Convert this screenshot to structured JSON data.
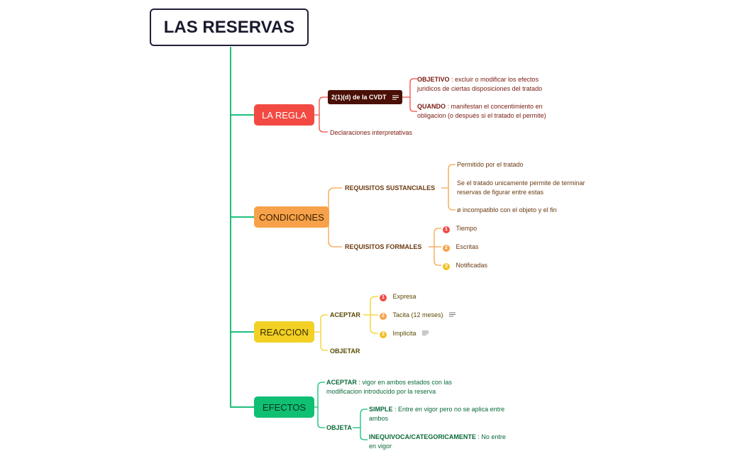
{
  "root": {
    "title": "LAS RESERVAS"
  },
  "colors": {
    "trunk": "#1fbf7a",
    "regla": "#f24a43",
    "regla_text": "#7a1a10",
    "condiciones": "#f7a24a",
    "condiciones_text": "#6b3a10",
    "reaccion": "#f2d024",
    "reaccion_text": "#5a4a00",
    "efectos": "#0fbf72",
    "efectos_text": "#0a6a3a",
    "num1": "#f24a43",
    "num2": "#f7a24a",
    "num3": "#f2c024"
  },
  "regla": {
    "label": "LA REGLA",
    "article": {
      "label": "2(1)(d) de la CVDT",
      "icon": "notes-icon"
    },
    "objetivo": {
      "key": "OBJETIVO",
      "text": " : excluir o modificar los efectos",
      "text2": "juridicos de ciertas disposiciones del tratado"
    },
    "quando": {
      "key": "QUANDO",
      "text": " : manifestan el concentimiento en",
      "text2": "obligacion (o después si el tratado el permite)"
    },
    "declaraciones": "Declaraciones interpretativas"
  },
  "condiciones": {
    "label": "CONDICIONES",
    "sustanciales": {
      "label": "REQUISITOS SUSTANCIALES",
      "items": [
        "Permitido por el tratado",
        "Se el tratado unicamente permite de terminar",
        "reservas de figurar entre estas",
        "ø incompatiblo con el objeto y el fin"
      ]
    },
    "formales": {
      "label": "REQUISITOS FORMALES",
      "items": [
        {
          "num": "1",
          "text": "Tiempo"
        },
        {
          "num": "2",
          "text": "Escritas"
        },
        {
          "num": "3",
          "text": "Notificadas"
        }
      ]
    }
  },
  "reaccion": {
    "label": "REACCION",
    "aceptar": {
      "label": "ACEPTAR",
      "items": [
        {
          "num": "1",
          "text": "Expresa"
        },
        {
          "num": "2",
          "text": "Tacita (12 meses)"
        },
        {
          "num": "3",
          "text": "Implicita"
        }
      ]
    },
    "objetar": "OBJETAR"
  },
  "efectos": {
    "label": "EFECTOS",
    "aceptar": {
      "key": "ACEPTAR",
      "text": " : vigor en ambos estados con las",
      "text2": "modificacion introducido por la reserva"
    },
    "objeta": {
      "label": "OBJETA",
      "simple": {
        "key": "SIMPLE",
        "text": " : Entre en vigor pero no se aplica entre",
        "text2": "ambos"
      },
      "inequivoca": {
        "key": "INEQUIVOCA/CATEGORICAMENTE",
        "text": " : No entre",
        "text2": "en vigor"
      }
    }
  }
}
